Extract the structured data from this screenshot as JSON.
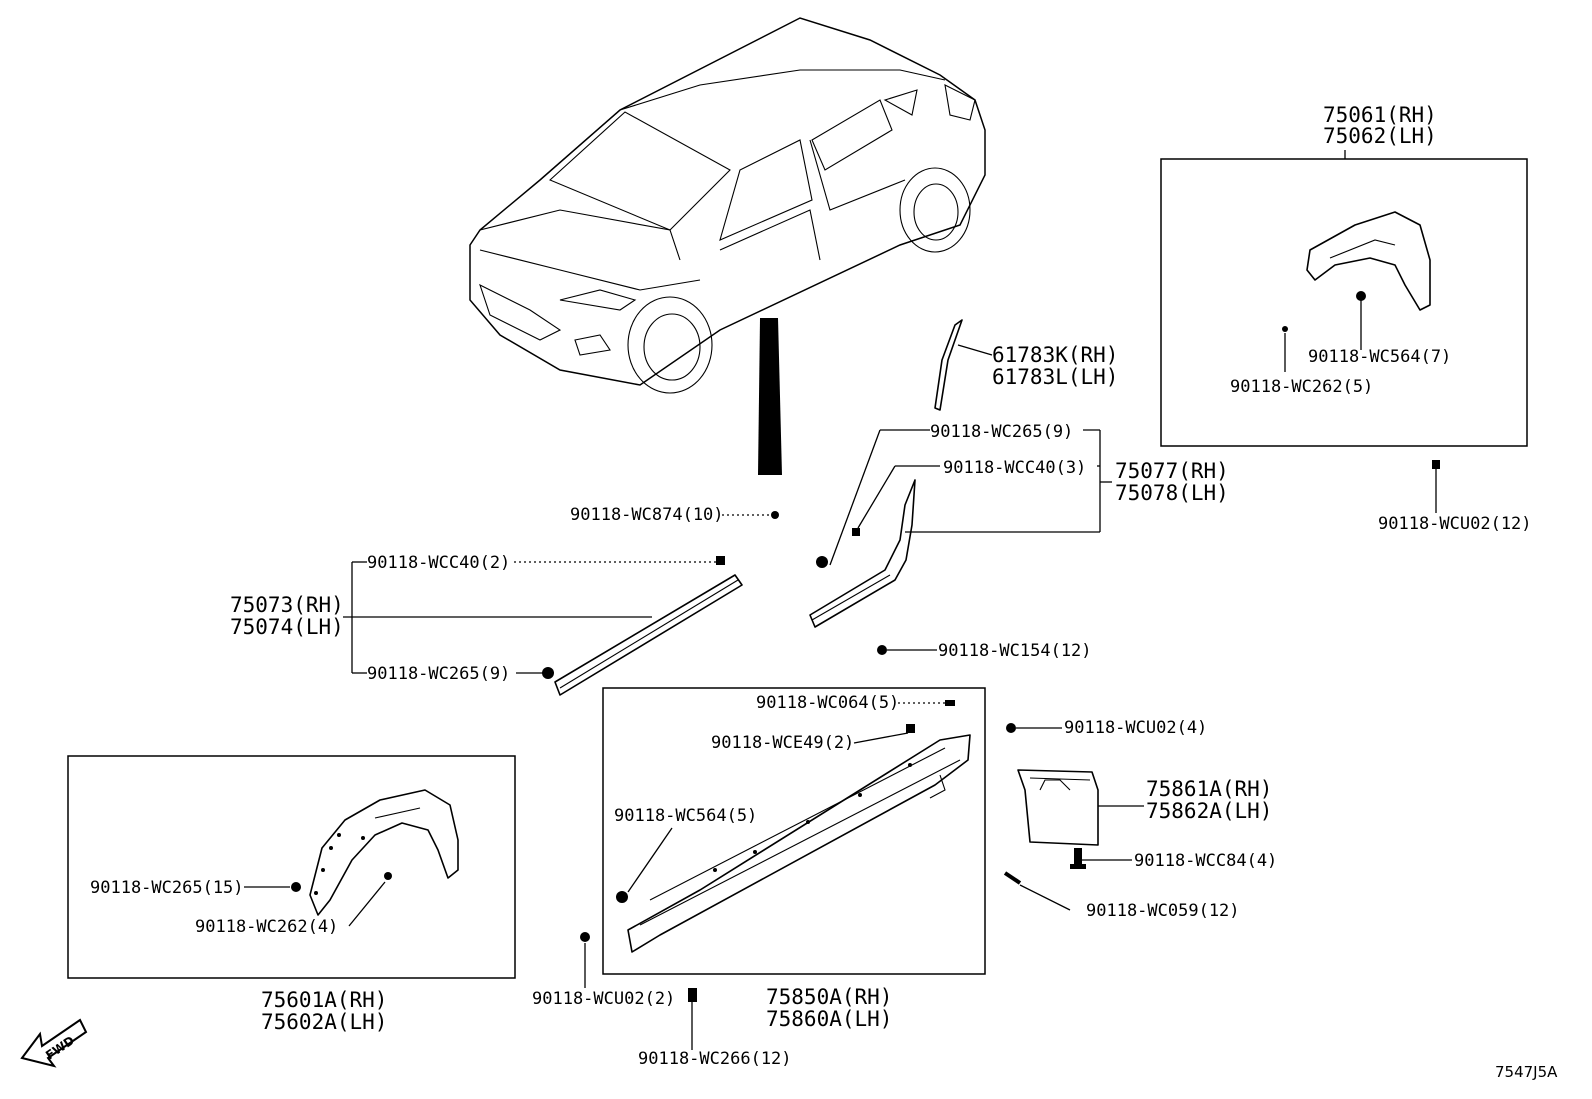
{
  "diagram_code": "7547J5A",
  "fwd_label": "FWD",
  "callouts": {
    "p75061": "75061(RH)",
    "p75062": "75062(LH)",
    "wc564_7": "90118-WC564(7)",
    "wc262_5": "90118-WC262(5)",
    "wcu02_12": "90118-WCU02(12)",
    "p61783k": "61783K(RH)",
    "p61783l": "61783L(LH)",
    "wc265_9a": "90118-WC265(9)",
    "wcc40_3": "90118-WCC40(3)",
    "p75077": "75077(RH)",
    "p75078": "75078(LH)",
    "wc874_10": "90118-WC874(10)",
    "wcc40_2": "90118-WCC40(2)",
    "p75073": "75073(RH)",
    "p75074": "75074(LH)",
    "wc265_9b": "90118-WC265(9)",
    "wc154_12": "90118-WC154(12)",
    "wc064_5": "90118-WC064(5)",
    "wce49_2": "90118-WCE49(2)",
    "wcu02_4": "90118-WCU02(4)",
    "p75861a": "75861A(RH)",
    "p75862a": "75862A(LH)",
    "wc564_5": "90118-WC564(5)",
    "wcc84_4": "90118-WCC84(4)",
    "wc059_12": "90118-WC059(12)",
    "wc265_15": "90118-WC265(15)",
    "wc262_4": "90118-WC262(4)",
    "p75601a": "75601A(RH)",
    "p75602a": "75602A(LH)",
    "wcu02_2": "90118-WCU02(2)",
    "p75850a": "75850A(RH)",
    "p75860a": "75860A(LH)",
    "wc266_12": "90118-WC266(12)"
  }
}
